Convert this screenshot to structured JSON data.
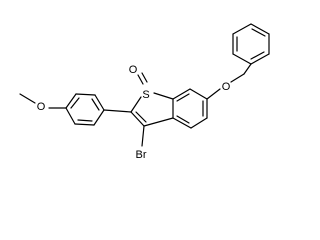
{
  "molecule": {
    "atoms": {
      "sulfoxide_o": "O",
      "sulfur": "S",
      "methoxy_o": "O",
      "benzyloxy_o": "O",
      "bromine": "Br"
    },
    "colors": {
      "bond": "#000000",
      "label": "#000000",
      "background": "#ffffff"
    }
  }
}
